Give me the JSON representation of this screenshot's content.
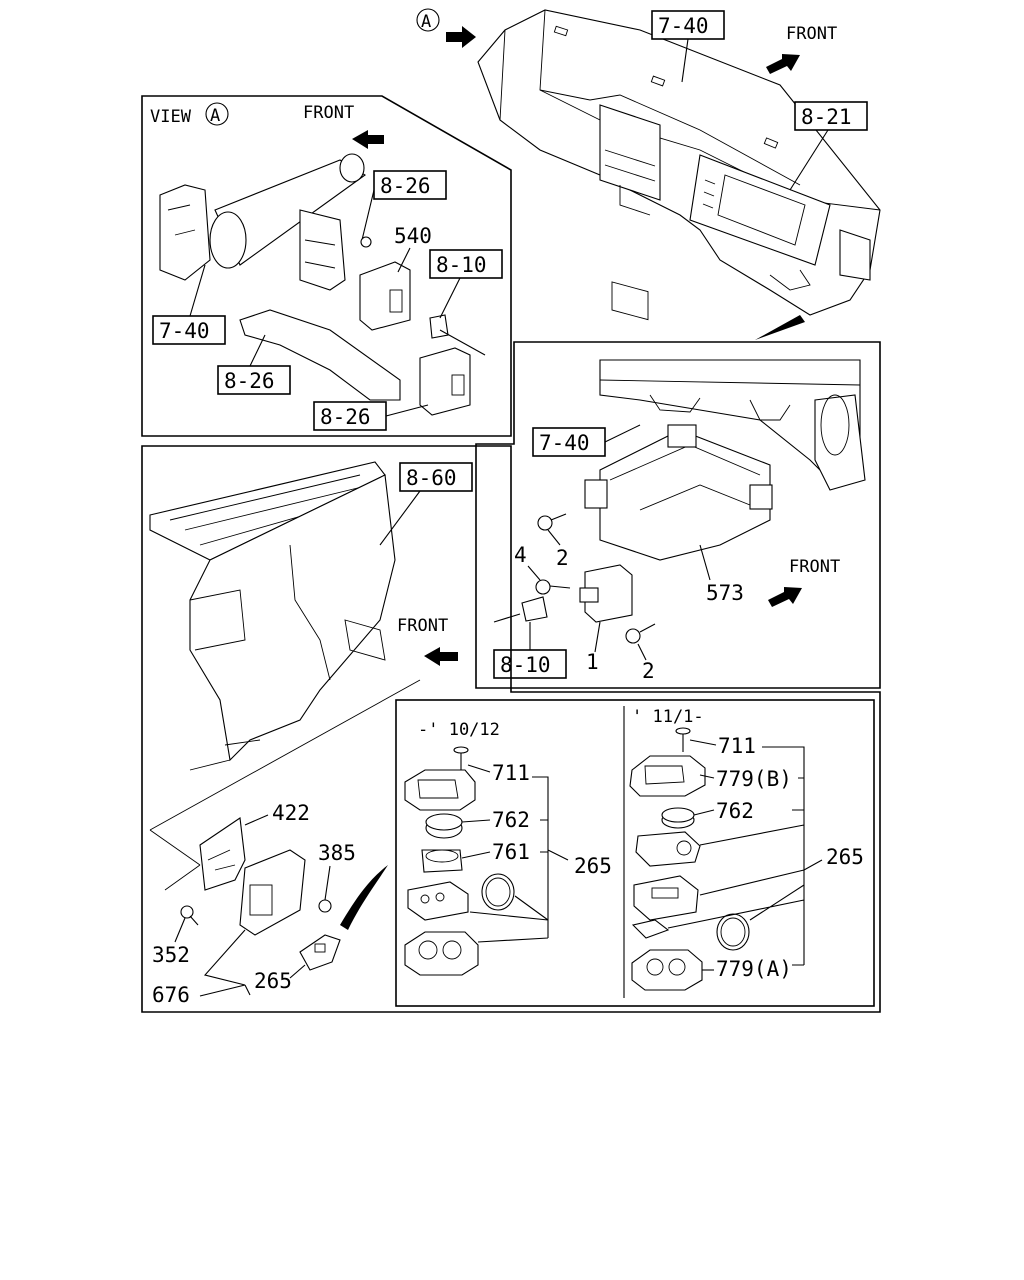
{
  "top": {
    "view_marker": "A",
    "front": "FRONT",
    "ref_dash": "7-40",
    "ref_cluster": "8-21"
  },
  "view_a": {
    "title": "VIEW",
    "title_marker": "A",
    "front": "FRONT",
    "ref_8_26_top": "8-26",
    "part_540": "540",
    "ref_8_10": "8-10",
    "ref_7_40": "7-40",
    "ref_8_26_mid": "8-26",
    "ref_8_26_bottom": "8-26"
  },
  "detail_bracket": {
    "ref_7_40": "7-40",
    "part_2a": "2",
    "part_4": "4",
    "part_573": "573",
    "front": "FRONT",
    "ref_8_10": "8-10",
    "part_1": "1",
    "part_2b": "2"
  },
  "heater": {
    "ref_8_60": "8-60",
    "front": "FRONT",
    "part_422": "422",
    "part_385": "385",
    "part_352": "352",
    "part_265": "265",
    "part_676": "676"
  },
  "remote_left": {
    "date": "-' 10/12",
    "part_711": "711",
    "part_762": "762",
    "part_761": "761",
    "part_265": "265"
  },
  "remote_right": {
    "date": "' 11/1-",
    "part_711": "711",
    "part_779b": "779(B)",
    "part_762": "762",
    "part_265": "265",
    "part_779a": "779(A)"
  }
}
